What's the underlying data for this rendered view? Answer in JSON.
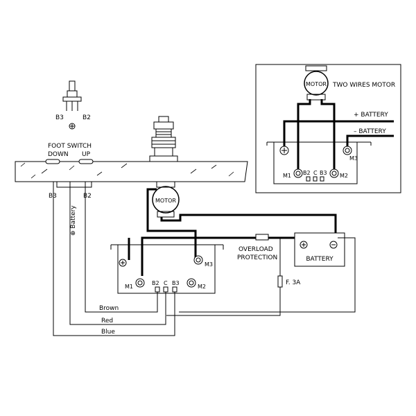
{
  "labels": {
    "b3_top": "B3",
    "b2_top": "B2",
    "foot_switch": "FOOT SWITCH",
    "down": "DOWN",
    "up": "UP",
    "b3_deck": "B3",
    "b2_deck": "B2",
    "battery_vertical": "⊕ Battery",
    "motor_main": "MOTOR",
    "overload_line1": "OVERLOAD",
    "overload_line2": "PROTECTION",
    "battery_box": "BATTERY",
    "fuse": "F. 3A",
    "m1": "M1",
    "m2": "M2",
    "m3": "M3",
    "b2": "B2",
    "c": "C",
    "b3": "B3",
    "brown": "Brown",
    "red": "Red",
    "blue": "Blue"
  },
  "inset": {
    "motor": "MOTOR",
    "title": "TWO WIRES MOTOR",
    "plus_battery": "+ BATTERY",
    "minus_battery": "– BATTERY",
    "m1": "M1",
    "m2": "M2",
    "m3": "M3",
    "b2": "B2",
    "c": "C",
    "b3": "B3"
  }
}
